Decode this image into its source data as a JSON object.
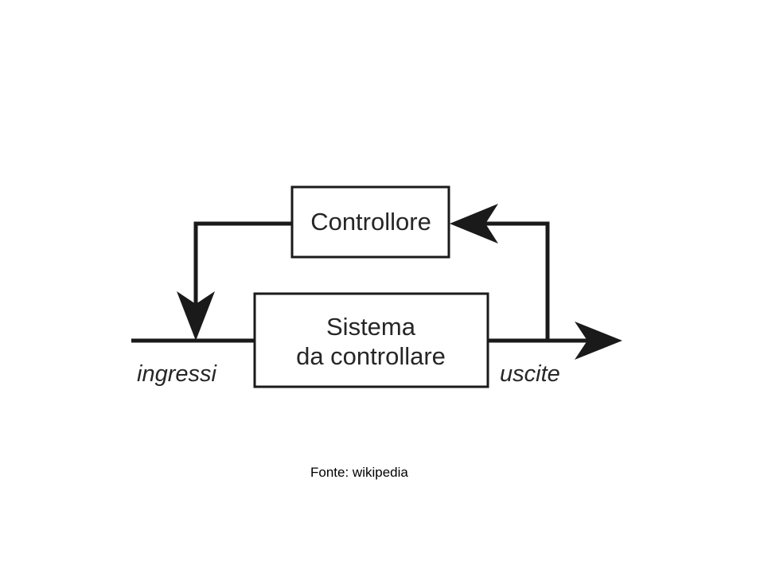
{
  "diagram": {
    "controller": {
      "label": "Controllore"
    },
    "system": {
      "label_line1": "Sistema",
      "label_line2": "da controllare"
    },
    "input": {
      "label": "ingressi"
    },
    "output": {
      "label": "uscite"
    }
  },
  "caption": {
    "text": "Fonte: wikipedia"
  },
  "colors": {
    "stroke": "#1a1a1a",
    "text": "#262626",
    "background": "#ffffff"
  }
}
